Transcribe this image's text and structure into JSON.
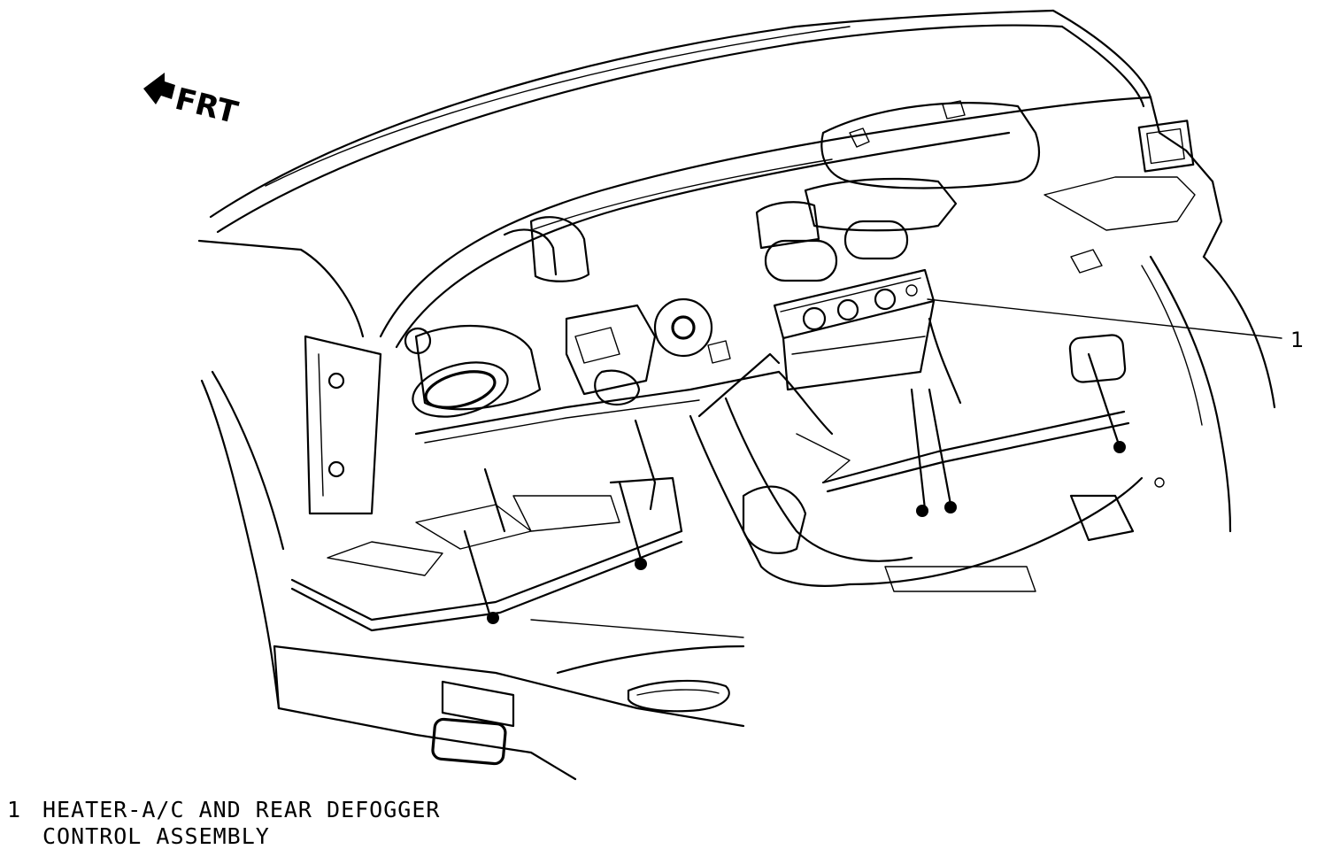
{
  "orientation": {
    "label": "FRT",
    "icon": "front-arrow-icon"
  },
  "callouts": [
    {
      "number": "1"
    }
  ],
  "legend": [
    {
      "number": "1",
      "lines": [
        "HEATER-A/C AND REAR DEFOGGER",
        "CONTROL ASSEMBLY"
      ]
    }
  ]
}
